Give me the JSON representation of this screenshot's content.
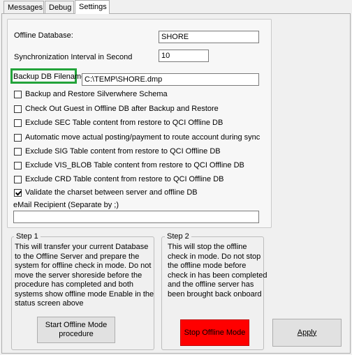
{
  "tabs": [
    {
      "label": "Messages"
    },
    {
      "label": "Debug"
    },
    {
      "label": "Settings"
    }
  ],
  "settings": {
    "offline_db_label": "Offline Database:",
    "offline_db_value": "SHORE",
    "sync_interval_label": "Synchronization Interval  in Second",
    "sync_interval_value": "10",
    "backup_filename_label": "Backup DB Filename",
    "backup_filename_value": "C:\\TEMP\\SHORE.dmp",
    "checkboxes": [
      {
        "label": "Backup and Restore Silverwhere Schema",
        "checked": false
      },
      {
        "label": "Check Out Guest in Offline DB after Backup and Restore",
        "checked": false
      },
      {
        "label": "Exclude SEC Table content from restore to QCI Offline DB",
        "checked": false
      },
      {
        "label": "Automatic move actual posting/payment to route account during sync",
        "checked": false
      },
      {
        "label": "Exclude SIG Table content from restore to QCI Offline DB",
        "checked": false
      },
      {
        "label": "Exclude VIS_BLOB Table content from restore to QCI Offline DB",
        "checked": false
      },
      {
        "label": "Exclude CRD Table content from restore to QCI Offline DB",
        "checked": false
      },
      {
        "label": "Validate the charset between server and offline DB",
        "checked": true
      }
    ],
    "email_label": "eMail Recipient (Separate by ;)",
    "email_value": ""
  },
  "step1": {
    "title": "Step 1",
    "lines": [
      "This will transfer your current Database",
      "to the Offline Server and prepare the",
      "system for offline check in mode. Do not",
      "move the server shoreside before the",
      "procedure has completed and both",
      "systems show offline mode Enable in the",
      "status screen above"
    ],
    "button_line1": "Start Offline Mode",
    "button_line2": "procedure"
  },
  "step2": {
    "title": "Step 2",
    "lines": [
      "This will stop the offline",
      "check in mode. Do not stop",
      "the offline mode before",
      "check in has been completed",
      "and the offline server has",
      "been brought back onboard"
    ],
    "button_label": "Stop Offline Mode"
  },
  "apply_label": "Apply",
  "colors": {
    "stop_button": "#ff0000",
    "highlight_box": "#23a33a"
  }
}
